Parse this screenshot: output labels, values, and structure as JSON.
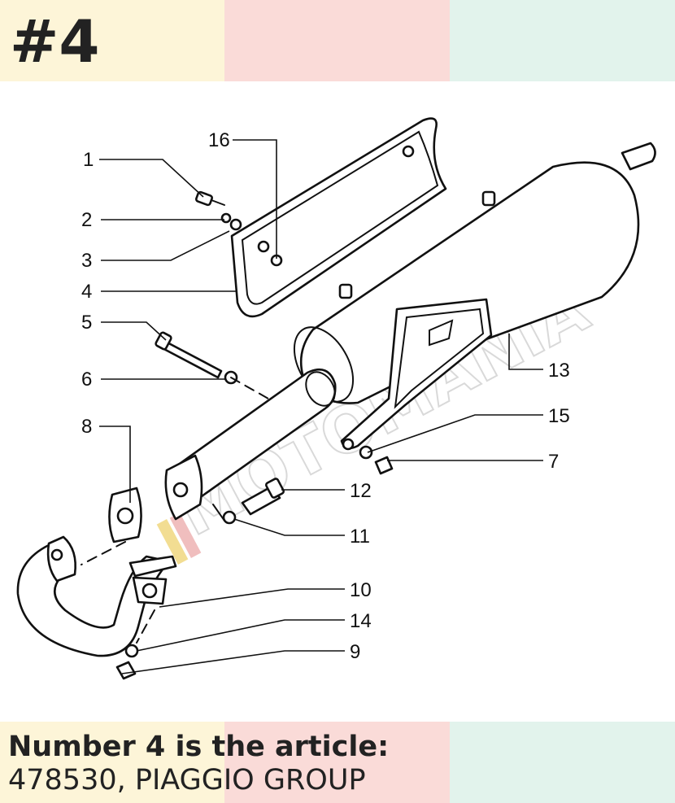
{
  "header": {
    "title": "#4"
  },
  "colors": {
    "band_left": "#fdf5d8",
    "band_middle": "#fadbd8",
    "band_right": "#e2f3ec",
    "text": "#222222"
  },
  "diagram": {
    "watermark": "MOTOMANIA",
    "callouts": [
      "1",
      "2",
      "3",
      "4",
      "5",
      "6",
      "8",
      "16",
      "13",
      "15",
      "7",
      "12",
      "11",
      "10",
      "14",
      "9"
    ]
  },
  "footer": {
    "heading": "Number 4 is the article:",
    "reference": "478530, PIAGGIO GROUP"
  }
}
